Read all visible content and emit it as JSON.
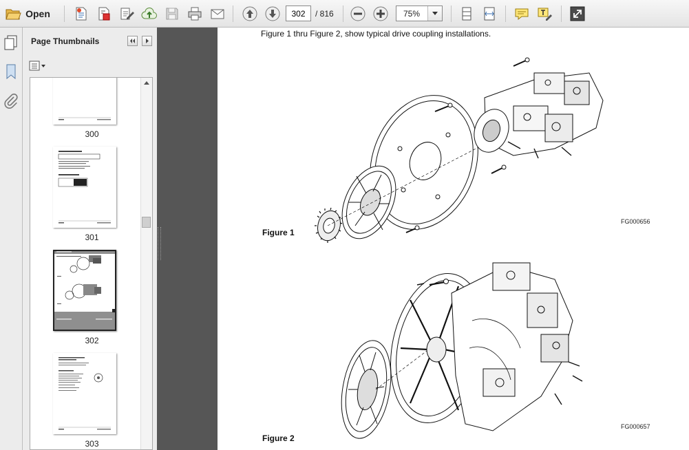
{
  "toolbar": {
    "open_label": "Open",
    "current_page": "302",
    "total_pages": "/ 816",
    "zoom": "75%",
    "icons": [
      "folder-open-icon",
      "create-pdf-icon",
      "convert-icon",
      "edit-icon",
      "upload-icon",
      "save-icon",
      "print-icon",
      "email-icon",
      "page-up-icon",
      "page-down-icon",
      "zoom-out-icon",
      "zoom-in-icon",
      "fit-page-icon",
      "fit-width-icon",
      "comment-icon",
      "highlight-icon",
      "expand-icon"
    ]
  },
  "panel": {
    "title": "Page Thumbnails",
    "thumbnails": [
      {
        "label": "300"
      },
      {
        "label": "301"
      },
      {
        "label": "302",
        "selected": true
      },
      {
        "label": "303"
      }
    ]
  },
  "document": {
    "intro": "Figure 1 thru Figure 2, show typical drive coupling installations.",
    "figures": [
      {
        "label": "Figure 1",
        "code": "FG000656"
      },
      {
        "label": "Figure 2",
        "code": "FG000657"
      }
    ]
  },
  "colors": {
    "toolbar_bg": "#e9e9e9",
    "panel_bg": "#ececec",
    "splitter": "#565656",
    "thumb_selected": "#8f8f8f"
  }
}
